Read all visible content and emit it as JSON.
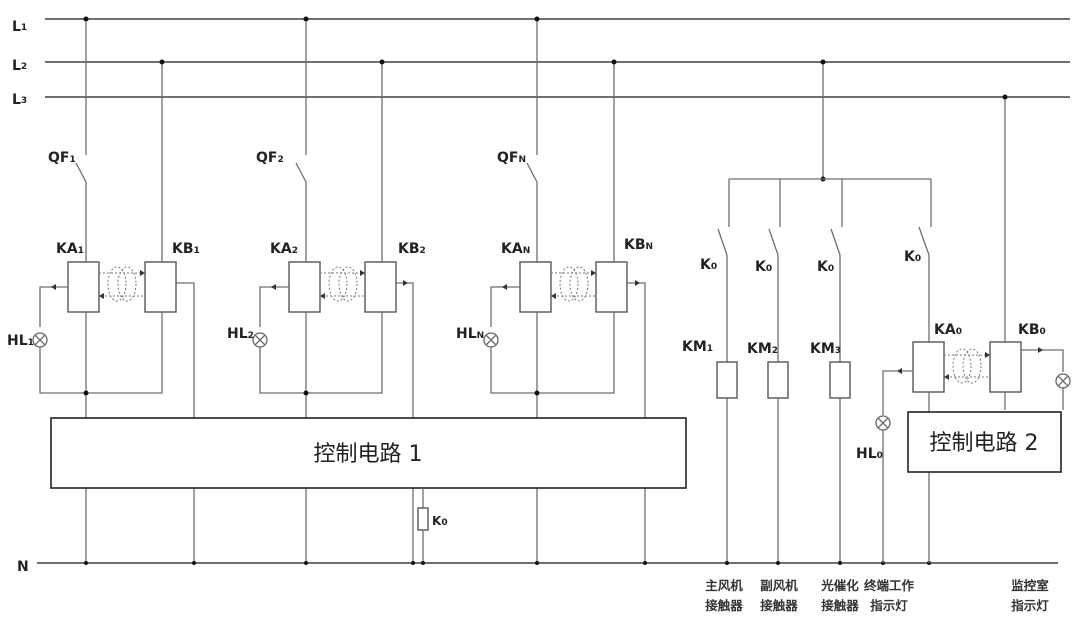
{
  "buses": {
    "L1": {
      "name": "L",
      "sub": "1"
    },
    "L2": {
      "name": "L",
      "sub": "2"
    },
    "L3": {
      "name": "L",
      "sub": "3"
    },
    "N": {
      "name": "N"
    }
  },
  "branches": [
    {
      "qf": {
        "name": "QF",
        "sub": "1"
      },
      "ka": {
        "name": "KA",
        "sub": "1"
      },
      "kb": {
        "name": "KB",
        "sub": "1"
      },
      "hl": {
        "name": "HL",
        "sub": "1"
      }
    },
    {
      "qf": {
        "name": "QF",
        "sub": "2"
      },
      "ka": {
        "name": "KA",
        "sub": "2"
      },
      "kb": {
        "name": "KB",
        "sub": "2"
      },
      "hl": {
        "name": "HL",
        "sub": "2"
      }
    },
    {
      "qf": {
        "name": "QF",
        "sub": "N"
      },
      "ka": {
        "name": "KA",
        "sub": "N"
      },
      "kb": {
        "name": "KB",
        "sub": "N"
      },
      "hl": {
        "name": "HL",
        "sub": "N"
      }
    }
  ],
  "control1": {
    "label": "控制电路 1",
    "relay": {
      "name": "K",
      "sub": "0"
    }
  },
  "control2": {
    "label": "控制电路 2"
  },
  "k0_switches": [
    {
      "name": "K",
      "sub": "0"
    },
    {
      "name": "K",
      "sub": "0"
    },
    {
      "name": "K",
      "sub": "0"
    },
    {
      "name": "K",
      "sub": "0"
    }
  ],
  "contactors": [
    {
      "name": "KM",
      "sub": "1"
    },
    {
      "name": "KM",
      "sub": "2"
    },
    {
      "name": "KM",
      "sub": "3"
    }
  ],
  "terminal": {
    "ka": {
      "name": "KA",
      "sub": "0"
    },
    "kb": {
      "name": "KB",
      "sub": "0"
    },
    "hl": {
      "name": "HL",
      "sub": "0"
    }
  },
  "bottom_labels": [
    {
      "line1": "主风机",
      "line2": "接触器"
    },
    {
      "line1": "副风机",
      "line2": "接触器"
    },
    {
      "line1": "光催化",
      "line2": "接触器"
    },
    {
      "line1": "终端工作",
      "line2": "指示灯"
    },
    {
      "line1": "监控室",
      "line2": "指示灯"
    }
  ]
}
